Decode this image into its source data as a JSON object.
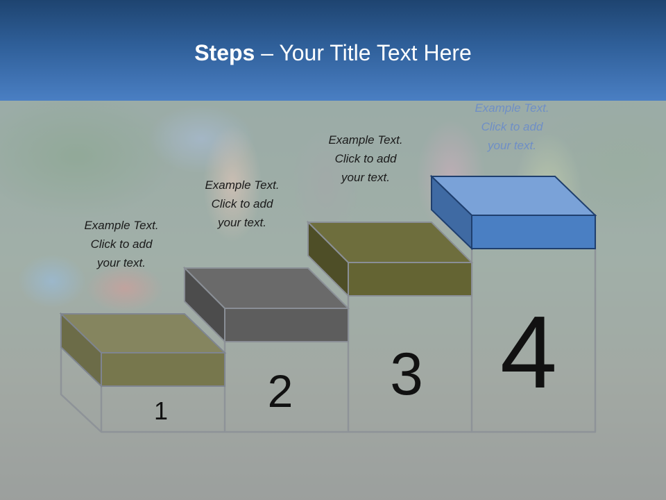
{
  "slide": {
    "title_bold": "Steps",
    "title_rest": " – Your Title Text Here"
  },
  "steps": [
    {
      "number": "1",
      "text_lines": [
        "Example Text.",
        "Click  to add",
        "your text."
      ],
      "block_color": "#85855f"
    },
    {
      "number": "2",
      "text_lines": [
        "Example Text.",
        "Click  to add",
        "your text."
      ],
      "block_color": "#5d5d5d"
    },
    {
      "number": "3",
      "text_lines": [
        "Example Text.",
        "Click  to add",
        "your text."
      ],
      "block_color": "#646433"
    },
    {
      "number": "4",
      "text_lines": [
        "Example Text.",
        "Click  to add",
        "your text."
      ],
      "block_color": "#4a7fc3"
    }
  ]
}
